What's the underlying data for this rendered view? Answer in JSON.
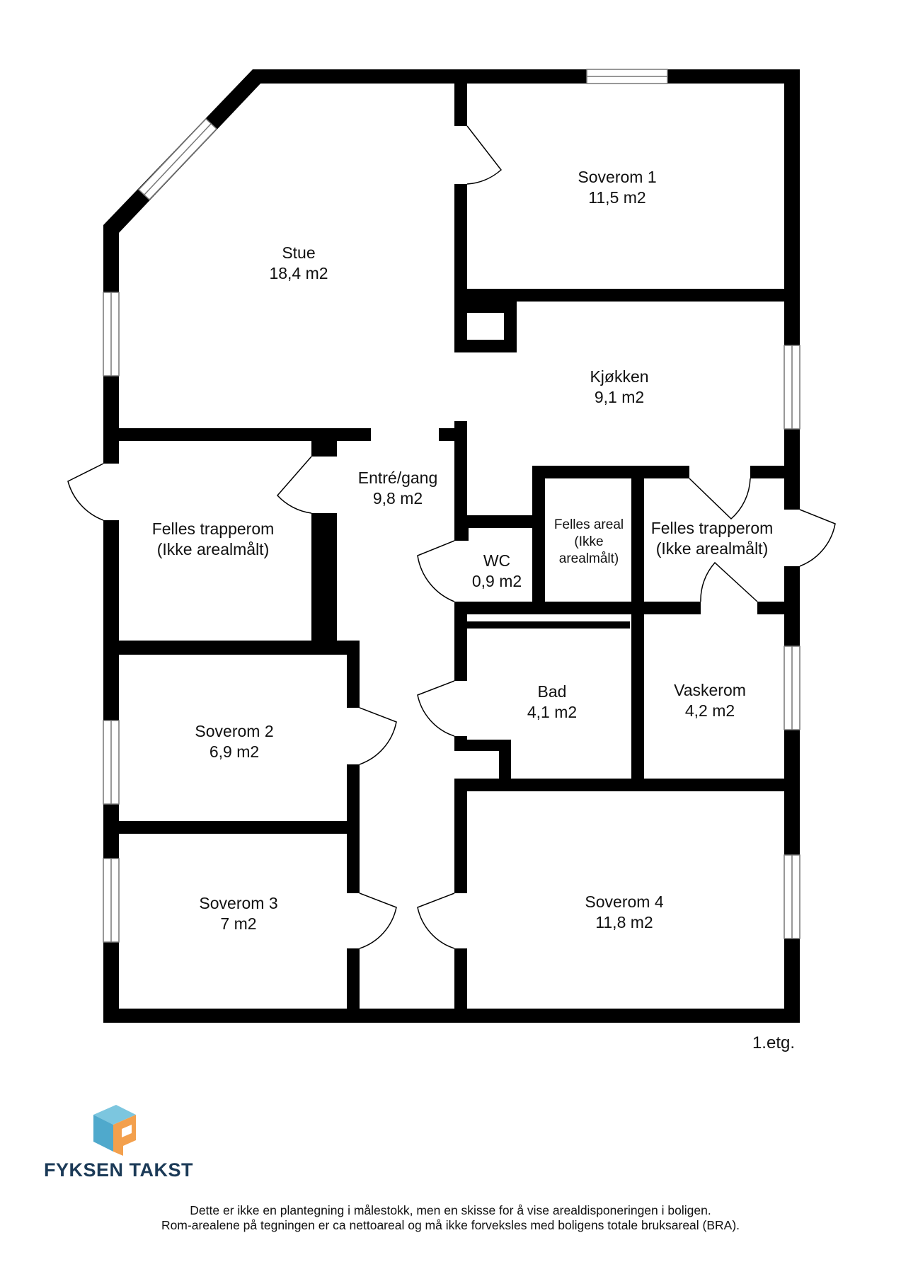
{
  "floor_label": "1.etg.",
  "company": {
    "name": "FYKSEN TAKST",
    "logo_colors": [
      "#5fb8d8",
      "#f0a04b"
    ]
  },
  "disclaimer": {
    "line1": "Dette er ikke en plantegning i målestokk, men en skisse for å vise arealdisponeringen i boligen.",
    "line2": "Rom-arealene på tegningen er ca nettoareal og må ikke forveksles med boligens totale bruksareal (BRA)."
  },
  "rooms": {
    "stue": {
      "name": "Stue",
      "area": "18,4 m2"
    },
    "soverom1": {
      "name": "Soverom 1",
      "area": "11,5 m2"
    },
    "kjokken": {
      "name": "Kjøkken",
      "area": "9,1 m2"
    },
    "entre": {
      "name": "Entré/gang",
      "area": "9,8 m2"
    },
    "felles_trapperom_left": {
      "name": "Felles trapperom",
      "note": "(Ikke arealmålt)"
    },
    "felles_areal": {
      "name": "Felles areal",
      "note1": "(Ikke",
      "note2": "arealmålt)"
    },
    "felles_trapperom_right": {
      "name": "Felles trapperom",
      "note": "(Ikke arealmålt)"
    },
    "wc": {
      "name": "WC",
      "area": "0,9 m2"
    },
    "bad": {
      "name": "Bad",
      "area": "4,1 m2"
    },
    "vaskerom": {
      "name": "Vaskerom",
      "area": "4,2 m2"
    },
    "soverom2": {
      "name": "Soverom 2",
      "area": "6,9 m2"
    },
    "soverom3": {
      "name": "Soverom 3",
      "area": "7 m2"
    },
    "soverom4": {
      "name": "Soverom 4",
      "area": "11,8 m2"
    }
  },
  "colors": {
    "wall": "#000000",
    "window": "#ffffff",
    "window_line": "#777777"
  }
}
